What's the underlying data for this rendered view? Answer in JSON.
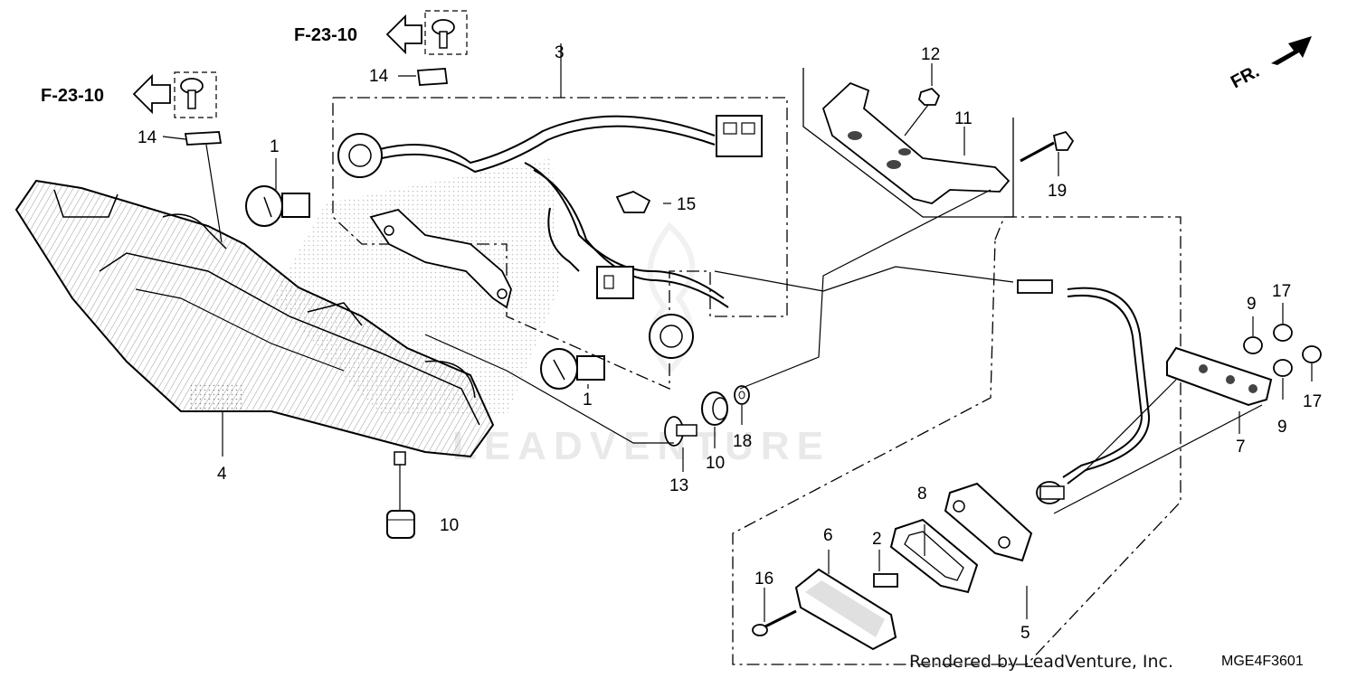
{
  "diagram": {
    "part_numbers": {
      "p1a": "1",
      "p1b": "1",
      "p2": "2",
      "p3": "3",
      "p4": "4",
      "p5": "5",
      "p6": "6",
      "p7": "7",
      "p8": "8",
      "p9a": "9",
      "p9b": "9",
      "p10a": "10",
      "p10b": "10",
      "p11": "11",
      "p12": "12",
      "p13": "13",
      "p14a": "14",
      "p14b": "14",
      "p15": "15",
      "p16": "16",
      "p17a": "17",
      "p17b": "17",
      "p18": "18",
      "p19": "19"
    },
    "references": {
      "ref_top": "F-23-10",
      "ref_left": "F-23-10"
    },
    "direction_label": "FR.",
    "watermark": "LEADVENTURE",
    "credit": "Rendered by LeadVenture, Inc.",
    "diagram_code": "MGE4F3601"
  }
}
